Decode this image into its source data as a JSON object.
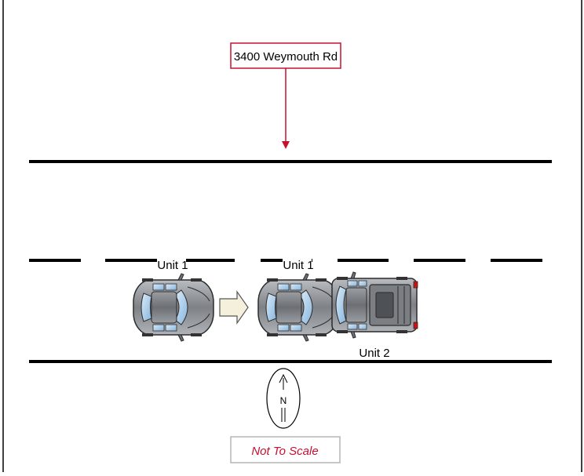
{
  "address_label": "3400 Weymouth Rd",
  "units": {
    "unit1_before": "Unit 1",
    "unit1_after": "Unit 1",
    "unit2": "Unit 2"
  },
  "north_arrow": {
    "letter": "N"
  },
  "scale_note": "Not To Scale",
  "colors": {
    "road_line": "#000000",
    "callout": "#c8102e",
    "scale_text": "#c8102e",
    "car_body": "#8a8d91",
    "glass": "#aecfea",
    "truck_lights": "#d01010"
  }
}
